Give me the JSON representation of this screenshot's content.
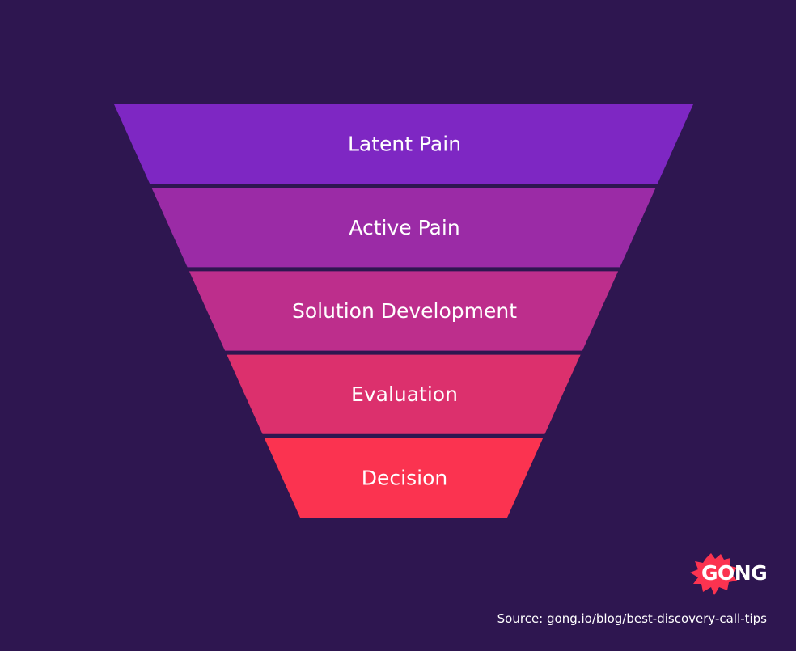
{
  "funnel": {
    "stages": [
      {
        "label": "Latent Pain",
        "color": "#7e27c3"
      },
      {
        "label": "Active Pain",
        "color": "#9b2ba6"
      },
      {
        "label": "Solution Development",
        "color": "#bd2e8c"
      },
      {
        "label": "Evaluation",
        "color": "#dc306d"
      },
      {
        "label": "Decision",
        "color": "#fb3350"
      }
    ]
  },
  "logo": {
    "text": "GONG",
    "color": "#fb3350"
  },
  "source": {
    "text": "Source: gong.io/blog/best-discovery-call-tips"
  }
}
